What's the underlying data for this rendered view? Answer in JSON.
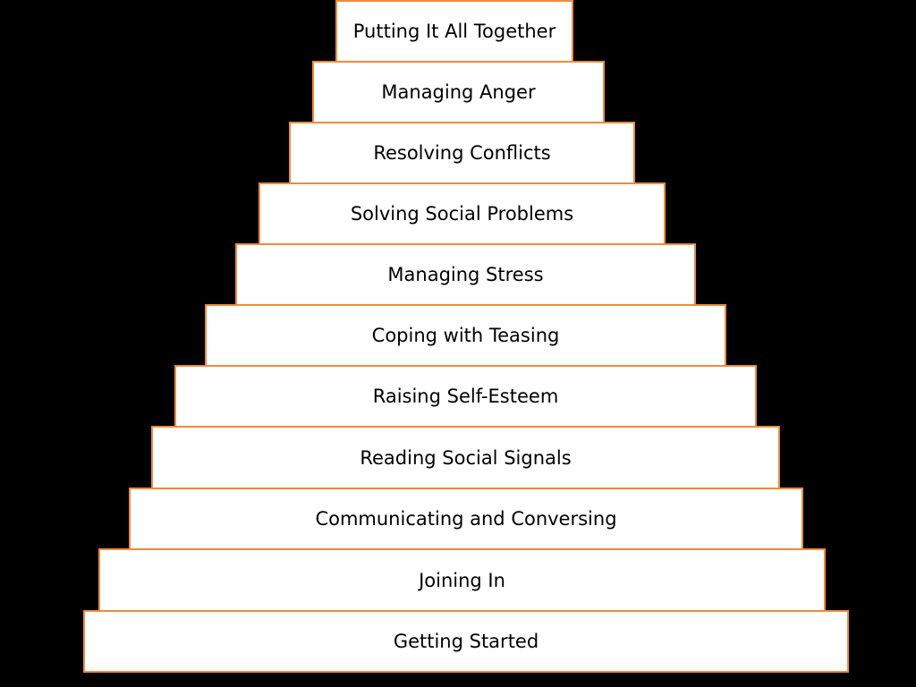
{
  "pyramid": {
    "accent_color": "#ed8b3d",
    "background_color": "#000000",
    "steps": [
      "Putting It All Together",
      "Managing Anger",
      "Resolving Conflicts",
      "Solving Social Problems",
      "Managing Stress",
      "Coping with Teasing",
      "Raising Self-Esteem",
      "Reading Social Signals",
      "Communicating and Conversing",
      "Joining In",
      "Getting Started"
    ]
  }
}
